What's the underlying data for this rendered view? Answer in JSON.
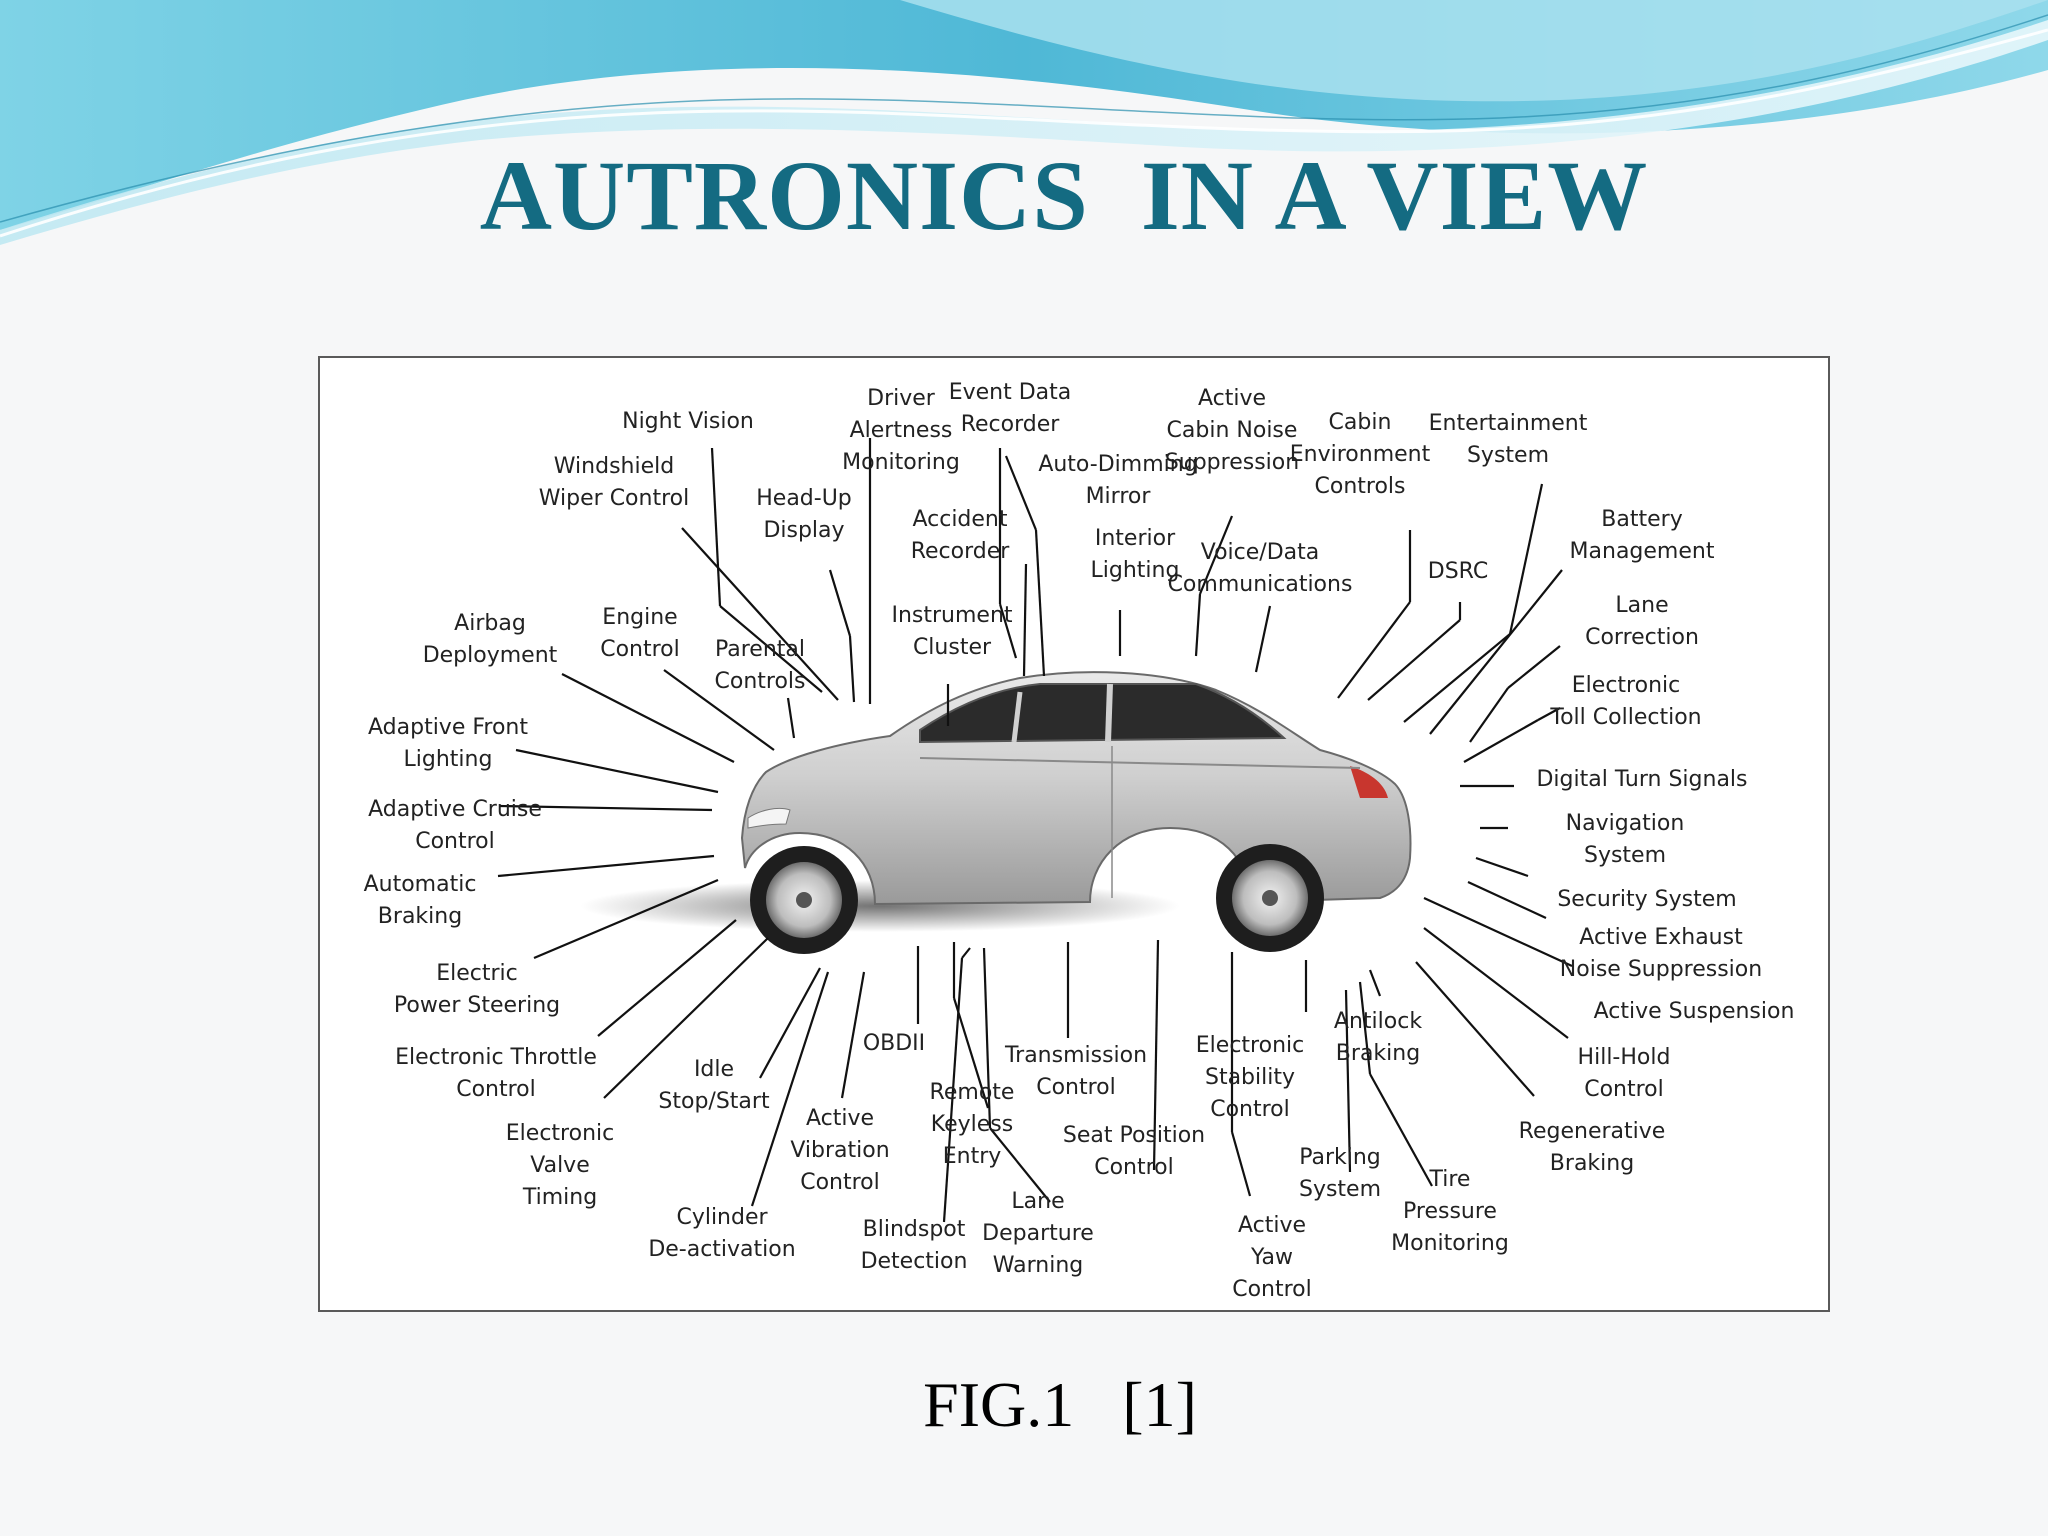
{
  "slide": {
    "title": "AUTRONICS  IN A VIEW",
    "caption": "FIG.1   [1]",
    "title_color": "#146b82",
    "wave_colors": [
      "#6ec9df",
      "#9bd9e8",
      "#d4eef5"
    ]
  },
  "diagram": {
    "image": "silver sedan, side view, facing left",
    "labels": [
      {
        "id": "night-vision",
        "text": "Night Vision"
      },
      {
        "id": "driver-alertness-monitoring",
        "text": "Driver\nAlertness\nMonitoring"
      },
      {
        "id": "event-data-recorder",
        "text": "Event Data\nRecorder"
      },
      {
        "id": "active-cabin-noise-suppression",
        "text": "Active\nCabin Noise\nSuppression"
      },
      {
        "id": "cabin-environment-controls",
        "text": "Cabin\nEnvironment\nControls"
      },
      {
        "id": "entertainment-system",
        "text": "Entertainment\nSystem"
      },
      {
        "id": "windshield-wiper-control",
        "text": "Windshield\nWiper Control"
      },
      {
        "id": "head-up-display",
        "text": "Head-Up\nDisplay"
      },
      {
        "id": "auto-dimming-mirror",
        "text": "Auto-Dimming\nMirror"
      },
      {
        "id": "accident-recorder",
        "text": "Accident\nRecorder"
      },
      {
        "id": "interior-lighting",
        "text": "Interior\nLighting"
      },
      {
        "id": "voice-data-communications",
        "text": "Voice/Data\nCommunications"
      },
      {
        "id": "dsrc",
        "text": "DSRC"
      },
      {
        "id": "battery-management",
        "text": "Battery\nManagement"
      },
      {
        "id": "airbag-deployment",
        "text": "Airbag\nDeployment"
      },
      {
        "id": "engine-control",
        "text": "Engine\nControl"
      },
      {
        "id": "parental-controls",
        "text": "Parental\nControls"
      },
      {
        "id": "instrument-cluster",
        "text": "Instrument\nCluster"
      },
      {
        "id": "lane-correction",
        "text": "Lane\nCorrection"
      },
      {
        "id": "electronic-toll-collection",
        "text": "Electronic\nToll Collection"
      },
      {
        "id": "adaptive-front-lighting",
        "text": "Adaptive Front\nLighting"
      },
      {
        "id": "digital-turn-signals",
        "text": "Digital Turn Signals"
      },
      {
        "id": "adaptive-cruise-control",
        "text": "Adaptive Cruise\nControl"
      },
      {
        "id": "navigation-system",
        "text": "Navigation\nSystem"
      },
      {
        "id": "automatic-braking",
        "text": "Automatic\nBraking"
      },
      {
        "id": "security-system",
        "text": "Security System"
      },
      {
        "id": "active-exhaust-noise-suppression",
        "text": "Active Exhaust\nNoise Suppression"
      },
      {
        "id": "electric-power-steering",
        "text": "Electric\nPower Steering"
      },
      {
        "id": "active-suspension",
        "text": "Active Suspension"
      },
      {
        "id": "antilock-braking",
        "text": "Antilock\nBraking"
      },
      {
        "id": "obdii",
        "text": "OBDII"
      },
      {
        "id": "electronic-throttle-control",
        "text": "Electronic Throttle\nControl"
      },
      {
        "id": "idle-stop-start",
        "text": "Idle\nStop/Start"
      },
      {
        "id": "transmission-control",
        "text": "Transmission\nControl"
      },
      {
        "id": "electronic-stability-control",
        "text": "Electronic\nStability\nControl"
      },
      {
        "id": "hill-hold-control",
        "text": "Hill-Hold\nControl"
      },
      {
        "id": "remote-keyless-entry",
        "text": "Remote\nKeyless\nEntry"
      },
      {
        "id": "active-vibration-control",
        "text": "Active\nVibration\nControl"
      },
      {
        "id": "electronic-valve-timing",
        "text": "Electronic\nValve\nTiming"
      },
      {
        "id": "seat-position-control",
        "text": "Seat Position\nControl"
      },
      {
        "id": "regenerative-braking",
        "text": "Regenerative\nBraking"
      },
      {
        "id": "parking-system",
        "text": "Parking\nSystem"
      },
      {
        "id": "tire-pressure-monitoring",
        "text": "Tire\nPressure\nMonitoring"
      },
      {
        "id": "lane-departure-warning",
        "text": "Lane\nDeparture\nWarning"
      },
      {
        "id": "cylinder-de-activation",
        "text": "Cylinder\nDe-activation"
      },
      {
        "id": "blindspot-detection",
        "text": "Blindspot\nDetection"
      },
      {
        "id": "active-yaw-control",
        "text": "Active\nYaw\nControl"
      }
    ]
  }
}
